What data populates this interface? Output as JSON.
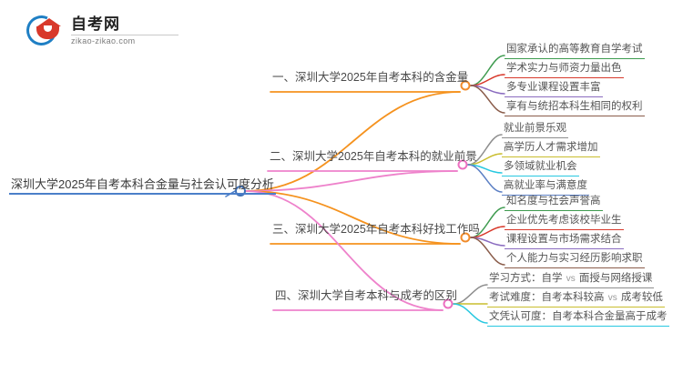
{
  "logo": {
    "name": "自考网",
    "domain": "zikao-zikao.com",
    "mark_icon": "graduation-cap-icon",
    "ring_color": "#1f7fc4",
    "cap_color": "#d8392b"
  },
  "mindmap": {
    "root": {
      "label": "深圳大学2025年自考本科合金量与社会认可度分析",
      "underline_color": "#4b7fc9",
      "node_color": "#3f6fb5"
    },
    "branches": [
      {
        "label": "一、深圳大学2025年自考本科的含金量",
        "trunk_color": "#f5921e",
        "node_color": "#f08b2b",
        "children": [
          {
            "label": "国家承认的高等教育自学考试",
            "color": "#3e9b4f"
          },
          {
            "label": "学术实力与师资力量出色",
            "color": "#d8392b"
          },
          {
            "label": "多专业课程设置丰富",
            "color": "#8a6bbf"
          },
          {
            "label": "享有与统招本科生相同的权利",
            "color": "#8a5c4a"
          }
        ]
      },
      {
        "label": "二、深圳大学2025年自考本科的就业前景",
        "trunk_color": "#ee82cb",
        "node_color": "#ec6fc0",
        "children": [
          {
            "label": "就业前景乐观",
            "color": "#8d8d8d"
          },
          {
            "label": "高学历人才需求增加",
            "color": "#c9bd2e"
          },
          {
            "label": "多领域就业机会",
            "color": "#28c8e0"
          },
          {
            "label": "高就业率与满意度",
            "color": "#5b7fc4"
          }
        ]
      },
      {
        "label": "三、深圳大学2025年自考本科好找工作吗",
        "trunk_color": "#f5921e",
        "node_color": "#f08b2b",
        "children": [
          {
            "label": "知名度与社会声誉高",
            "color": "#3e9b4f"
          },
          {
            "label": "企业优先考虑该校毕业生",
            "color": "#d8392b"
          },
          {
            "label": "课程设置与市场需求结合",
            "color": "#8a6bbf"
          },
          {
            "label": "个人能力与实习经历影响求职",
            "color": "#8a5c4a"
          }
        ]
      },
      {
        "label": "四、深圳大学自考本科与成考的区别",
        "trunk_color": "#ee82cb",
        "node_color": "#ec6fc0",
        "children": [
          {
            "label": "学习方式：自学 vs 面授与网络授课",
            "color": "#8d8d8d",
            "prefix": "学习方式：自学",
            "vs": "vs",
            "suffix": "面授与网络授课"
          },
          {
            "label": "考试难度：自考本科较高 vs 成考较低",
            "color": "#c9bd2e",
            "prefix": "考试难度：自考本科较高",
            "vs": "vs",
            "suffix": "成考较低"
          },
          {
            "label": "文凭认可度：自考本科合金量高于成考",
            "color": "#28c8e0",
            "prefix": "文凭认可度：自考本科合金量高于成考",
            "vs": "",
            "suffix": ""
          }
        ]
      }
    ]
  }
}
